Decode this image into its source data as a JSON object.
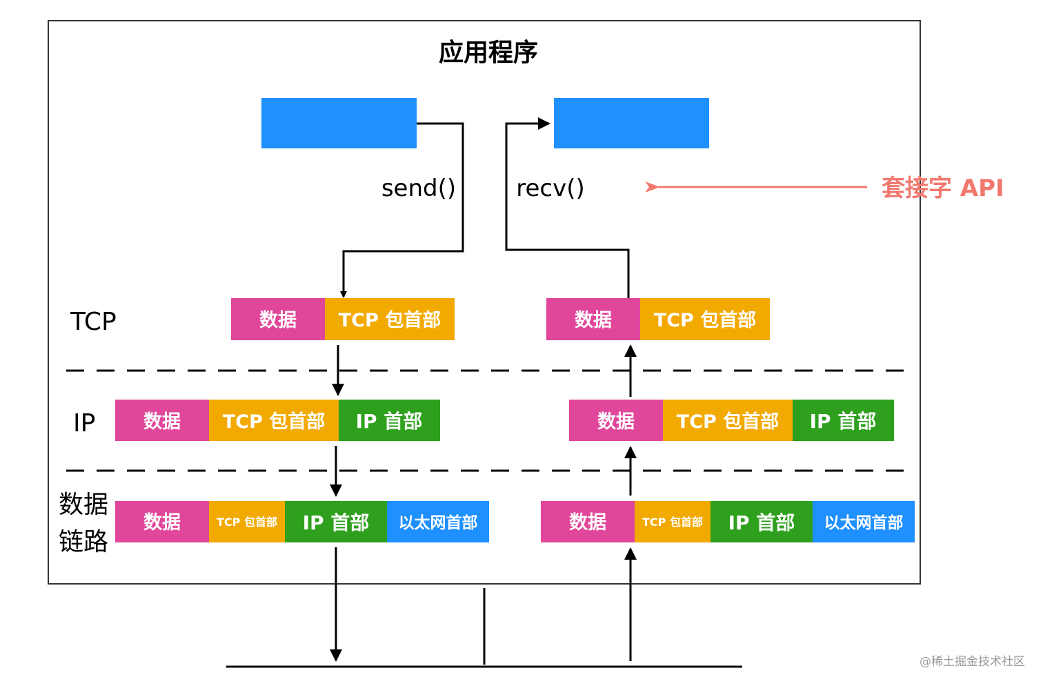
{
  "title": "应用程序",
  "api": {
    "send_label": "send()",
    "recv_label": "recv()",
    "socket_api_label": "套接字 API"
  },
  "layers": {
    "tcp": "TCP",
    "ip": "IP",
    "link_line1": "数据",
    "link_line2": "链路"
  },
  "segments": {
    "data": "数据",
    "tcp_header": "TCP 包首部",
    "ip_header": "IP 首部",
    "eth_header": "以太网首部"
  },
  "colors": {
    "socket_box": "#1E90FF",
    "data": "#E0469A",
    "tcp_header": "#F2A900",
    "ip_header": "#2EA01E",
    "eth_header": "#1E90FF",
    "api_arrow": "#F2786E",
    "frame": "#333333"
  },
  "watermark": "@稀土掘金技术社区"
}
